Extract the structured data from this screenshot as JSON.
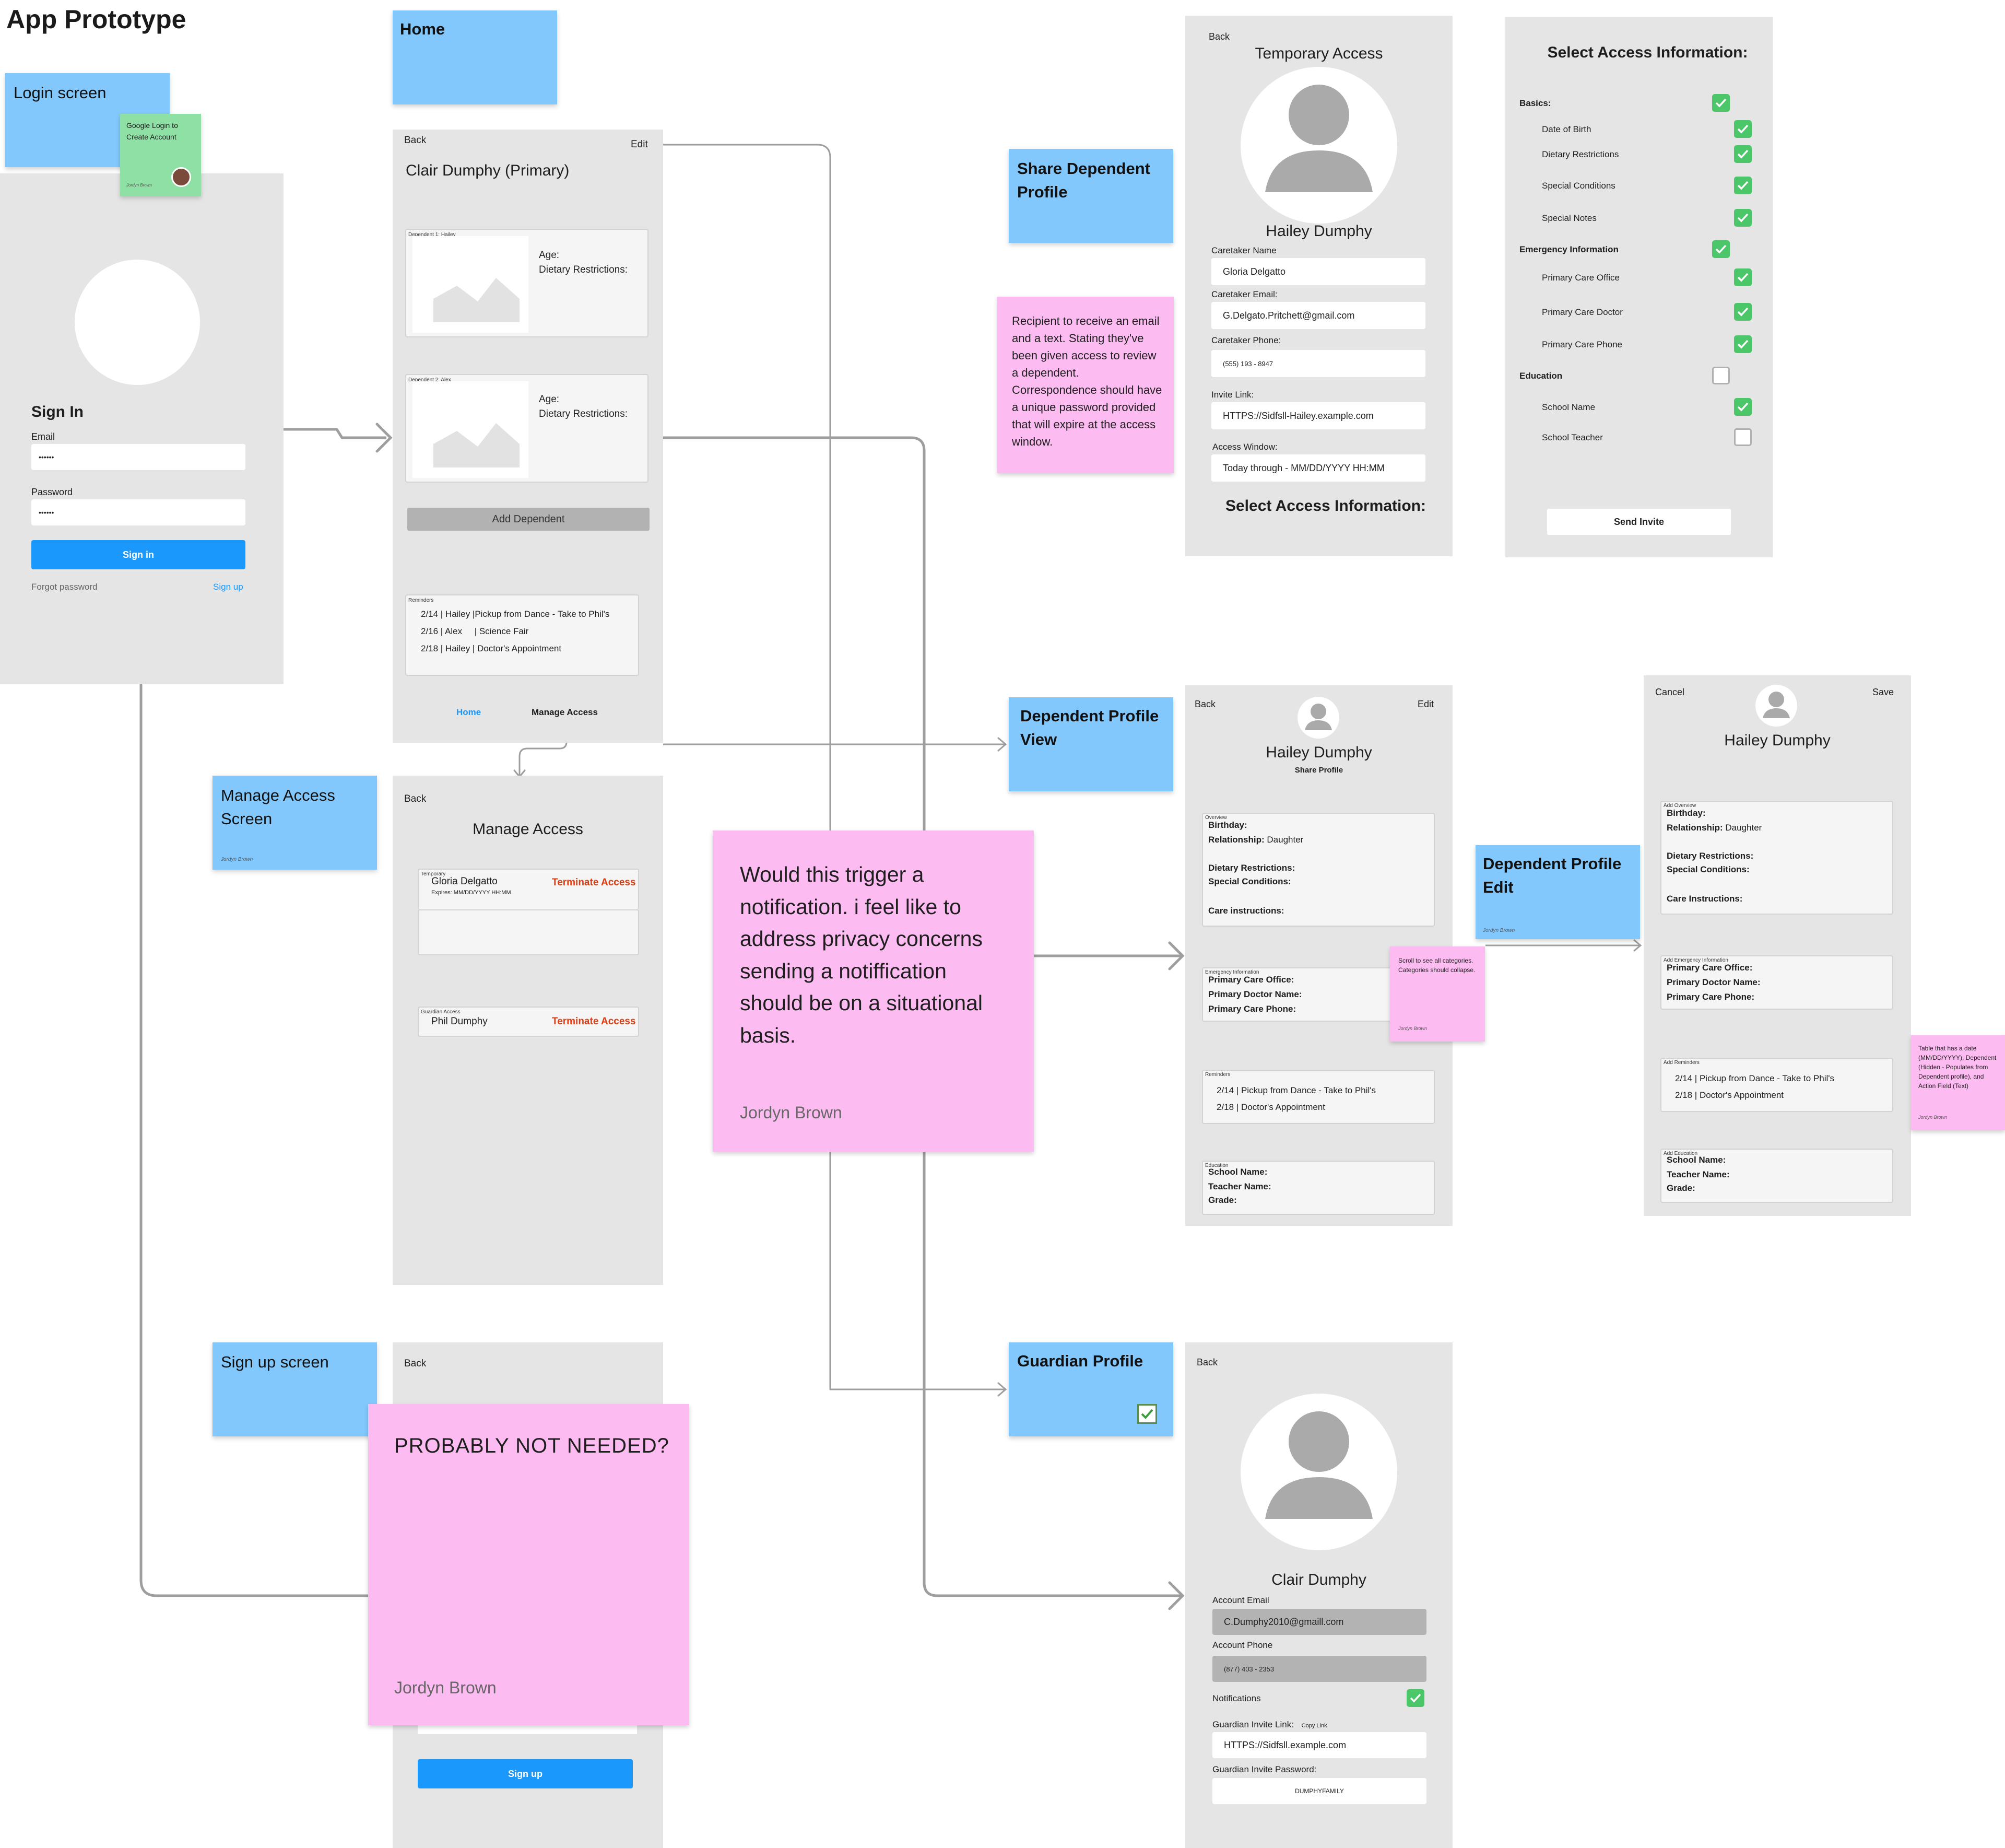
{
  "page": {
    "title": "App Prototype"
  },
  "stickies": {
    "login_screen": "Login screen",
    "home": "Home",
    "google_note": "Google Login to Create Account",
    "google_author": "Jordyn Brown",
    "share_profile": "Share Dependent Profile",
    "recipient_note": "Recipient to receive an email and a text. Stating they've been given access to review a dependent. Correspondence should have a unique password provided that will expire at the access window.",
    "dependent_view": "Dependent Profile View",
    "dependent_edit": "Dependent Profile Edit",
    "dependent_edit_author": "Jordyn Brown",
    "manage_access": "Manage Access Screen",
    "manage_access_author": "Jordyn Brown",
    "notification_note": "Would this trigger a notification. i feel like to address privacy concerns sending a notiffication should be on a situational basis.",
    "notification_author": "Jordyn Brown",
    "scroll_note": "Scroll to see all categories. Categories should collapse.",
    "scroll_author": "Jordyn Brown",
    "table_note": "Table that has a date (MM/DD/YYYY), Dependent (Hidden - Populates from Dependent profile), and Action Field (Text)",
    "table_author": "Jordyn Brown",
    "signup_screen": "Sign up screen",
    "guardian_profile": "Guardian Profile",
    "probably_not_needed": "PROBABLY NOT NEEDED?",
    "probably_author": "Jordyn Brown"
  },
  "login": {
    "sign_in_title": "Sign In",
    "email_label": "Email",
    "email_value": "••••••",
    "password_label": "Password",
    "password_value": "••••••",
    "sign_in_button": "Sign in",
    "forgot": "Forgot password",
    "sign_up_link": "Sign up"
  },
  "home_screen": {
    "back": "Back",
    "edit": "Edit",
    "name": "Clair Dumphy (Primary)",
    "dep1_tag": "Dependent 1: Hailey",
    "dep2_tag": "Dependent 2: Alex",
    "age_label": "Age:",
    "diet_label": "Dietary Restrictions:",
    "add_dependent": "Add Dependent",
    "reminders_tag": "Reminders",
    "reminders": [
      "2/14 | Hailey |Pickup from Dance - Take to Phil's",
      "2/16 | Alex     | Science Fair",
      "2/18 | Hailey | Doctor's Appointment"
    ],
    "nav_home": "Home",
    "nav_manage": "Manage Access"
  },
  "manage_screen": {
    "back": "Back",
    "title": "Manage Access",
    "temp_tag": "Temporary",
    "temp_name": "Gloria Delgatto",
    "temp_expires": "Expires: MM/DD/YYYY HH:MM",
    "terminate": "Terminate Access",
    "guardian_tag": "Guardian Access",
    "guardian_name": "Phil Dumphy"
  },
  "signup_screen": {
    "back": "Back",
    "sign_up_button": "Sign up"
  },
  "temp_access": {
    "back": "Back",
    "title": "Temporary Access",
    "name": "Hailey Dumphy",
    "caretaker_name_label": "Caretaker Name",
    "caretaker_name": "Gloria Delgatto",
    "caretaker_email_label": "Caretaker Email:",
    "caretaker_email": "G.Delgato.Pritchett@gmail.com",
    "caretaker_phone_label": "Caretaker Phone:",
    "caretaker_phone": "(555) 193 - 8947",
    "invite_link_label": "Invite Link:",
    "invite_link": "HTTPS://Sidfsll-Hailey.example.com",
    "access_window_label": "Access Window:",
    "access_window": "Today through - MM/DD/YYYY HH:MM",
    "select_title": "Select Access Information:"
  },
  "select_access": {
    "title": "Select Access Information:",
    "basics": "Basics:",
    "dob": "Date of Birth",
    "diet": "Dietary Restrictions",
    "conditions": "Special Conditions",
    "notes": "Special Notes",
    "emergency": "Emergency Information",
    "office": "Primary Care Office",
    "doctor": "Primary Care Doctor",
    "phone": "Primary Care Phone",
    "education": "Education",
    "school": "School Name",
    "teacher": "School Teacher",
    "send": "Send Invite"
  },
  "dep_view": {
    "back": "Back",
    "edit": "Edit",
    "name": "Hailey Dumphy",
    "share": "Share Profile",
    "overview_tag": "Overview",
    "birthday": "Birthday:",
    "relationship": "Relationship:",
    "relationship_value": "Daughter",
    "diet": "Dietary Restrictions:",
    "conditions": "Special Conditions:",
    "care": "Care instructions:",
    "emergency_tag": "Emergency Information",
    "office": "Primary Care Office:",
    "doctor": "Primary Doctor Name:",
    "phone": "Primary Care Phone:",
    "reminders_tag": "Reminders",
    "reminders": [
      "2/14 | Pickup from Dance - Take to Phil's",
      "2/18 | Doctor's Appointment"
    ],
    "education_tag": "Education",
    "school": "School Name:",
    "teacher": "Teacher Name:",
    "grade": "Grade:"
  },
  "dep_edit": {
    "cancel": "Cancel",
    "save": "Save",
    "name": "Hailey Dumphy",
    "overview_tag": "Add Overview",
    "birthday": "Birthday:",
    "relationship": "Relationship:",
    "relationship_value": "Daughter",
    "diet": "Dietary Restrictions:",
    "conditions": "Special Conditions:",
    "care": "Care Instructions:",
    "emergency_tag": "Add Emergency Information",
    "office": "Primary Care Office:",
    "doctor": "Primary Doctor Name:",
    "phone": "Primary Care Phone:",
    "reminders_tag": "Add Reminders",
    "reminders": [
      "2/14 | Pickup from Dance - Take to Phil's",
      "2/18 | Doctor's Appointment"
    ],
    "education_tag": "Add Education",
    "school": "School Name:",
    "teacher": "Teacher Name:",
    "grade": "Grade:"
  },
  "guardian": {
    "back": "Back",
    "name": "Clair Dumphy",
    "email_label": "Account Email",
    "email": "C.Dumphy2010@gmaill.com",
    "phone_label": "Account Phone",
    "phone": "(877) 403 - 2353",
    "notifications": "Notifications",
    "invite_link_label": "Guardian Invite Link:",
    "copy_link": "Copy Link",
    "invite_link": "HTTPS://Sidfsll.example.com",
    "password_label": "Guardian Invite Password:",
    "password": "DUMPHYFAMILY"
  },
  "colors": {
    "sticky_blue": "#82c8fd",
    "sticky_pink": "#fdbcf1",
    "sticky_green": "#8fe0a4",
    "primary_button": "#1a98fb",
    "check_green": "#4bc76a",
    "terminate_red": "#e23b10"
  }
}
